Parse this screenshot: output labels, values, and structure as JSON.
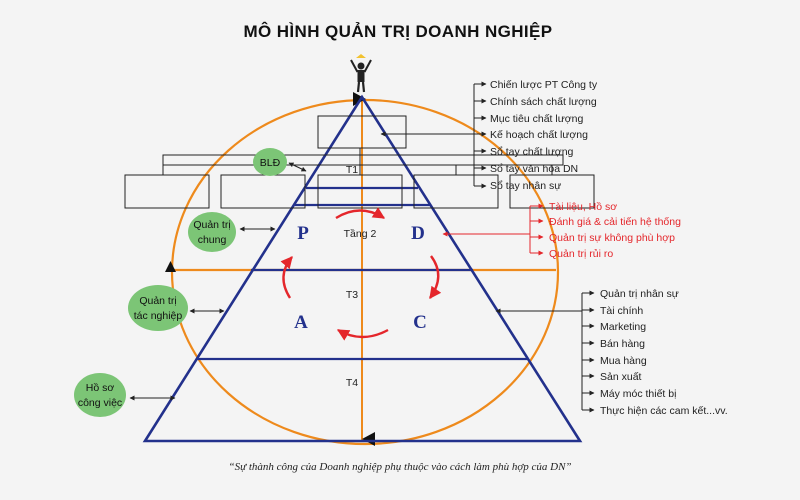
{
  "title": "MÔ HÌNH QUẢN TRỊ DOANH NGHIỆP",
  "footer": "“Sự thành công của Doanh nghiệp phụ thuộc vào cách làm phù hợp của DN”",
  "top_list": [
    "Chiến lược PT Công ty",
    "Chính sách chất lượng",
    "Mục tiêu chất lượng",
    "Kế hoạch chất lượng",
    "Sổ tay chất lượng",
    "Sổ tay văn hóa DN",
    "Sổ tay nhân sự"
  ],
  "red_list": [
    "Tài liệu, Hồ sơ",
    "Đánh giá & cải tiến hệ thống",
    "Quản trị sự không phù hợp",
    "Quản trị rủi ro"
  ],
  "bottom_list": [
    "Quản trị nhân sự",
    "Tài chính",
    "Marketing",
    "Bán hàng",
    "Mua hàng",
    "Sản xuất",
    "Máy móc thiết bị",
    "Thực hiện các cam kết...vv."
  ],
  "bubbles": {
    "bld": "BLĐ",
    "qt_chung": [
      "Quản trị",
      "chung"
    ],
    "qt_tac_nghiep": [
      "Quản trị",
      "tác nghiệp"
    ],
    "ho_so": [
      "Hồ sơ",
      "công việc"
    ]
  },
  "tiers": {
    "t1": "T1",
    "t2": "Tầng 2",
    "t3": "T3",
    "t4": "T4"
  },
  "pdca": {
    "p": "P",
    "d": "D",
    "a": "A",
    "c": "C"
  },
  "colors": {
    "blue": "#23318c",
    "orange": "#ee8a1c",
    "green": "#7cc576",
    "red": "#e4262b",
    "black": "#222222"
  }
}
